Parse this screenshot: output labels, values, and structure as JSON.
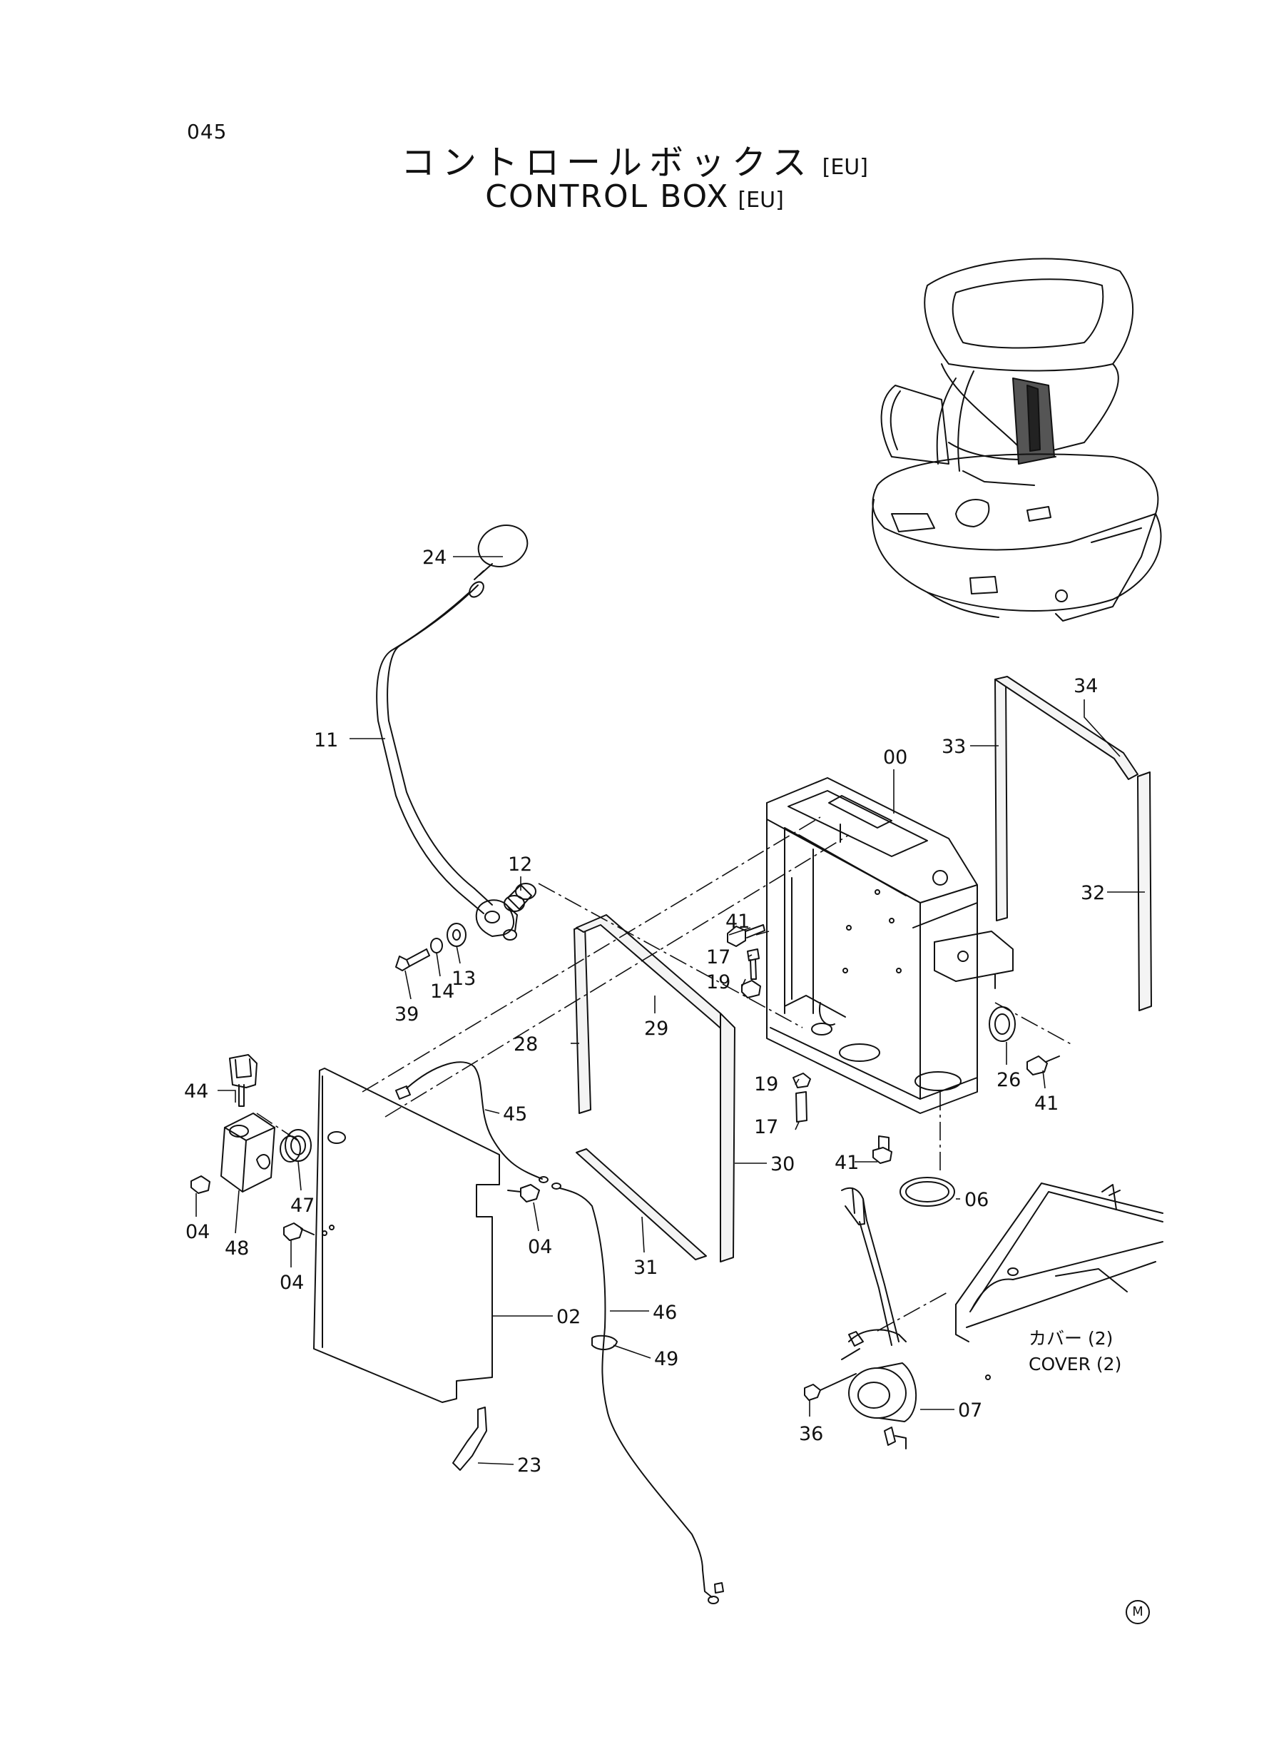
{
  "page_number": "045",
  "title": {
    "ja": "コントロールボックス",
    "en": "CONTROL BOX",
    "region_tag": "[EU]"
  },
  "callouts": {
    "c24": "24",
    "c11": "11",
    "c12": "12",
    "c13": "13",
    "c14": "14",
    "c39": "39",
    "c00": "00",
    "c34": "34",
    "c33": "33",
    "c32": "32",
    "c41a": "41",
    "c17a": "17",
    "c19a": "19",
    "c29": "29",
    "c28": "28",
    "c26": "26",
    "c41b": "41",
    "c19b": "19",
    "c17b": "17",
    "c41c": "41",
    "c44": "44",
    "c45": "45",
    "c47": "47",
    "c04a": "04",
    "c48": "48",
    "c04b": "04",
    "c04c": "04",
    "c30": "30",
    "c31": "31",
    "c06": "06",
    "c46": "46",
    "c02": "02",
    "c49": "49",
    "c07": "07",
    "c36": "36",
    "c23": "23"
  },
  "cover_note": {
    "ja": "カバー (2)",
    "en": "COVER (2)"
  },
  "corner_mark": "M"
}
